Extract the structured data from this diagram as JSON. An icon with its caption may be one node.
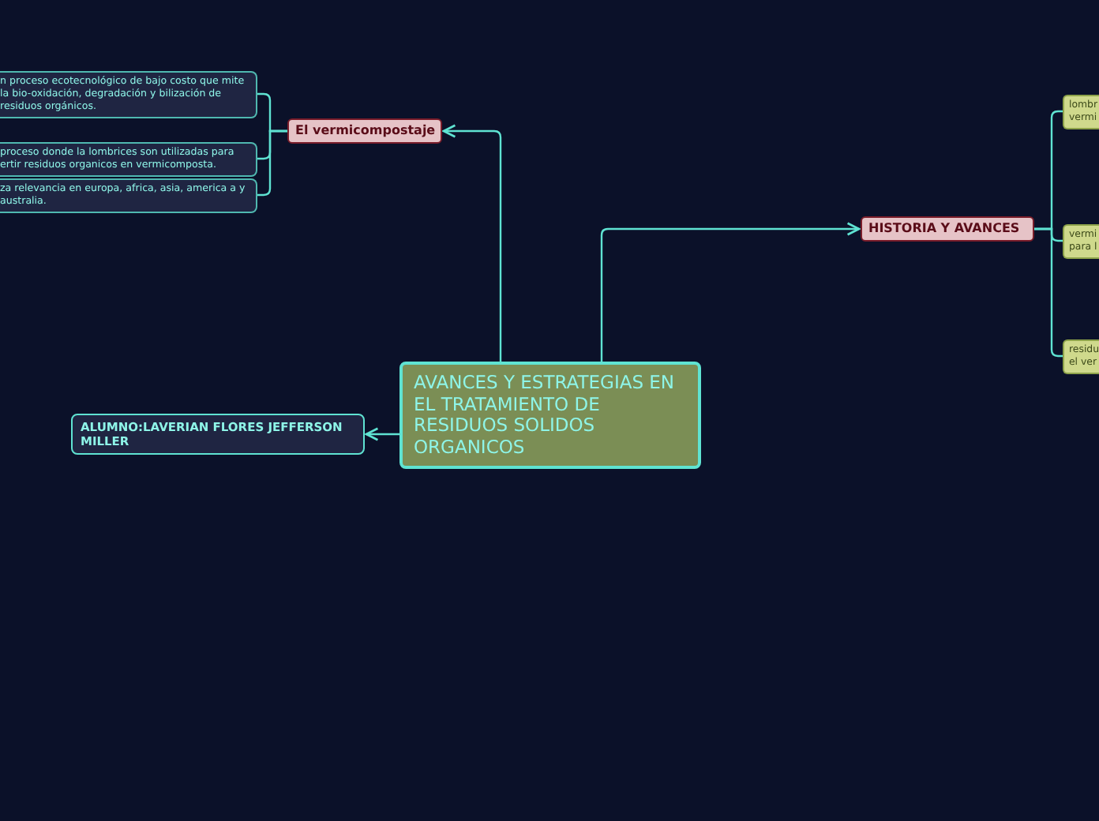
{
  "diagram": {
    "nodes": [
      {
        "text": [
          "AVANCES Y ESTRATEGIAS EN EL TRATAMIENTO DE RESIDUOS SOLIDOS ORGANICOS"
        ]
      },
      {
        "text": [
          "El vermicompostaje"
        ]
      },
      {
        "text": [
          "n proceso ecotecnológico de bajo costo que mite la bio-oxidación, degradación y bilización de residuos orgánicos."
        ]
      },
      {
        "text": [
          "proceso donde la lombrices son utilizadas para ertir residuos organicos en vermicomposta."
        ]
      },
      {
        "text": [
          "za relevancia en europa, africa, asia, america a y australia."
        ]
      },
      {
        "text": [
          "HISTORIA Y AVANCES"
        ]
      },
      {
        "text": [
          "lombr vermi"
        ]
      },
      {
        "text": [
          "vermi para l"
        ]
      },
      {
        "text": [
          "residu el ver"
        ]
      },
      {
        "text": [
          "ALUMNO:LAVERIAN FLORES JEFFERSON MILLER"
        ]
      }
    ],
    "edges": [
      {
        "from": 0,
        "to": 1,
        "arrow": "to"
      },
      {
        "from": 1,
        "to": 2,
        "arrow": "none"
      },
      {
        "from": 1,
        "to": 3,
        "arrow": "none"
      },
      {
        "from": 1,
        "to": 4,
        "arrow": "none"
      },
      {
        "from": 0,
        "to": 5,
        "arrow": "to"
      },
      {
        "from": 5,
        "to": 6,
        "arrow": "none"
      },
      {
        "from": 5,
        "to": 7,
        "arrow": "none"
      },
      {
        "from": 5,
        "to": 8,
        "arrow": "none"
      },
      {
        "from": 0,
        "to": 9,
        "arrow": "to"
      }
    ]
  }
}
